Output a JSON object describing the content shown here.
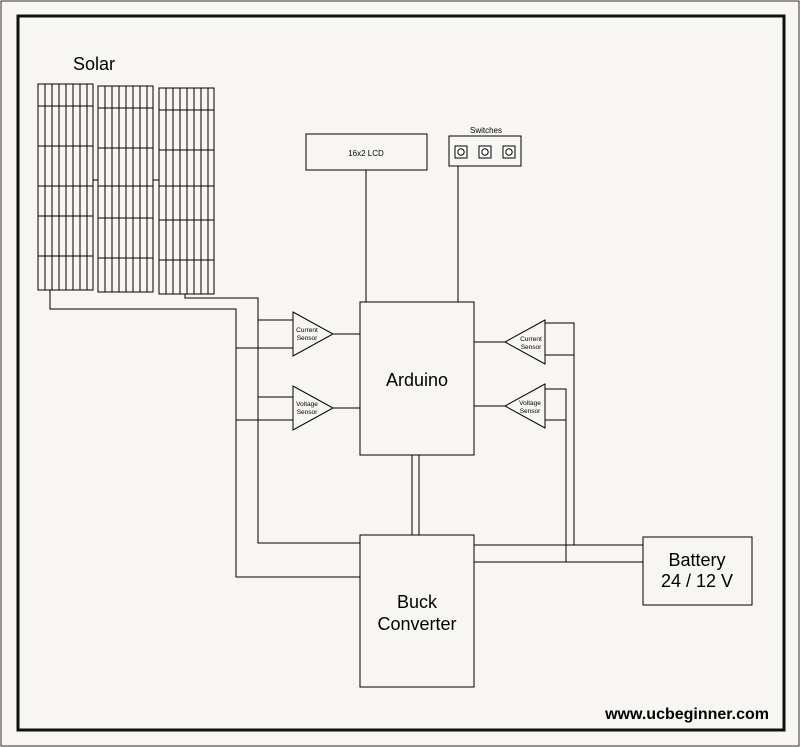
{
  "diagram": {
    "solar_label": "Solar",
    "lcd_label": "16x2 LCD",
    "switches_label": "Switches",
    "arduino_label": "Arduino",
    "left_current_sensor": [
      "Current",
      "Sensor"
    ],
    "left_voltage_sensor": [
      "Voltage",
      "Sensor"
    ],
    "right_current_sensor": [
      "Current",
      "Sensor"
    ],
    "right_voltage_sensor": [
      "Voltage",
      "Sensor"
    ],
    "buck_converter": [
      "Buck",
      "Converter"
    ],
    "battery": [
      "Battery",
      "24 / 12 V"
    ],
    "website": "www.ucbeginner.com"
  },
  "colors": {
    "background": "#f7f6f3",
    "line": "#000000",
    "border": "#111111"
  }
}
